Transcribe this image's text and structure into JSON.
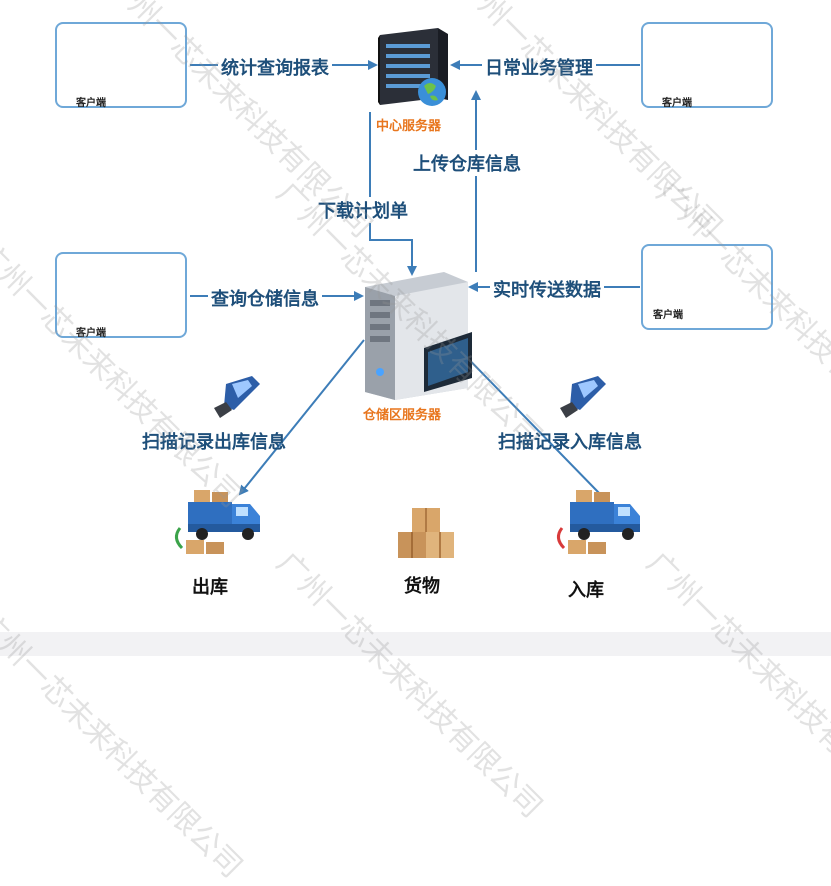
{
  "servers": {
    "central": "中心服务器",
    "storage": "仓储区服务器"
  },
  "clients": {
    "top_left": "客户端",
    "top_right": "客户端",
    "mid_left": "客户端",
    "mid_right": "客户端"
  },
  "flows": {
    "stats_query_report": "统计查询报表",
    "daily_business": "日常业务管理",
    "upload_warehouse_info": "上传仓库信息",
    "download_plan": "下载计划单",
    "query_storage_info": "查询仓储信息",
    "realtime_data": "实时传送数据",
    "scan_outbound": "扫描记录出库信息",
    "scan_inbound": "扫描记录入库信息"
  },
  "goods": {
    "outbound": "出库",
    "cargo": "货物",
    "inbound": "入库"
  },
  "watermark": "广州一芯未来科技有限公司",
  "colors": {
    "arrow": "#3d7db8",
    "box_border": "#6fa8d8",
    "label": "#1e4f7a",
    "server_label": "#e8761e"
  }
}
